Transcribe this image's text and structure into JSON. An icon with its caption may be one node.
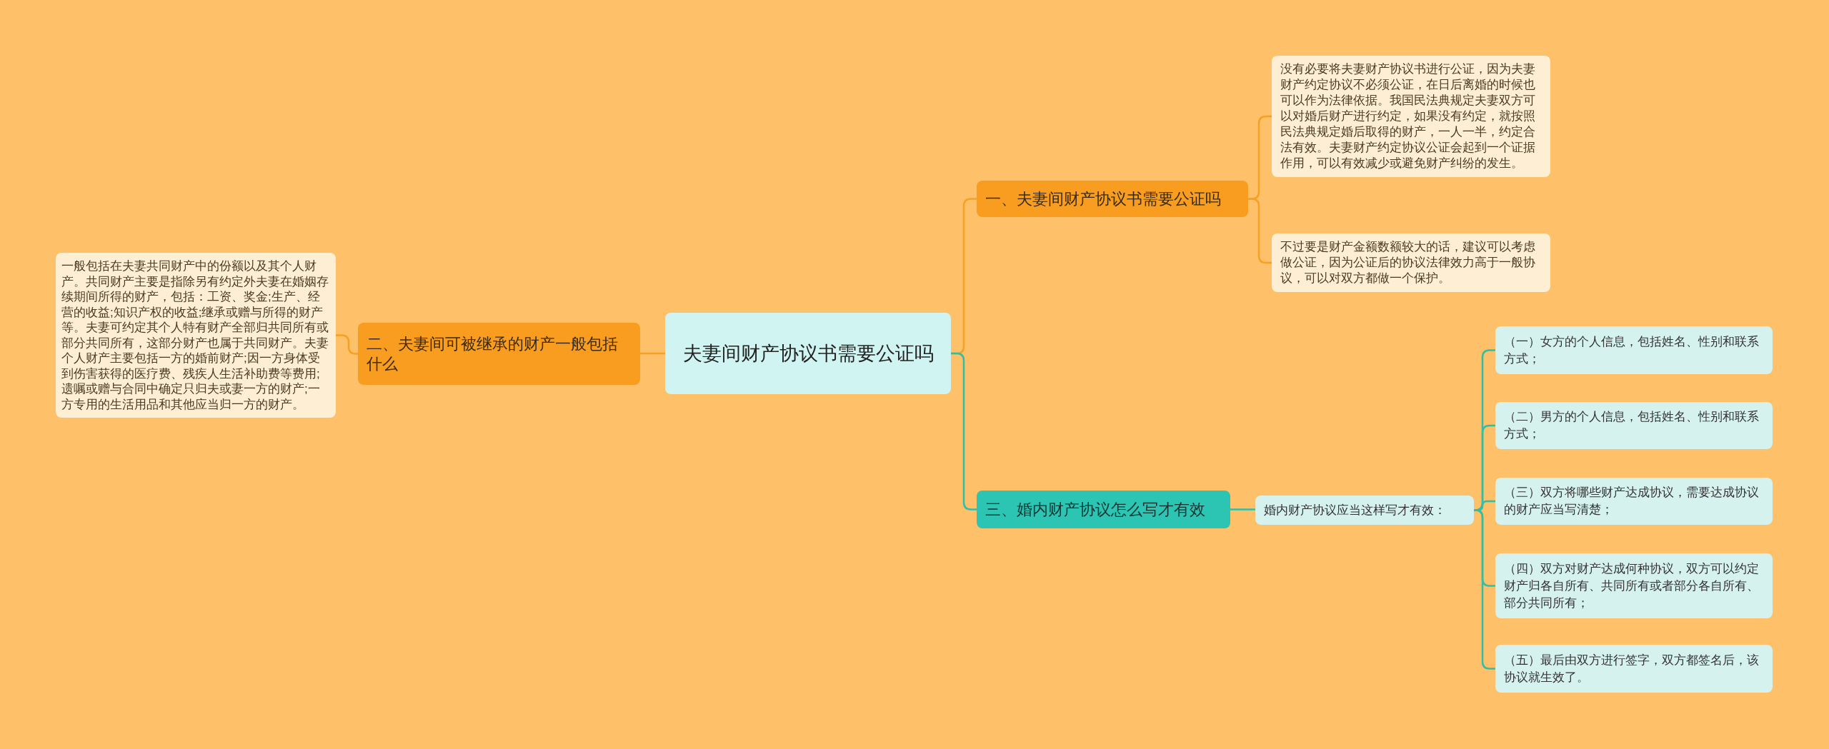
{
  "diagram": {
    "nodes": [
      {
        "text": [
          "夫妻间财产协议书需要公证吗"
        ]
      },
      {
        "text": [
          "一、夫妻间财产协议书需要公证吗"
        ]
      },
      {
        "text": [
          "没有必要将夫妻财产协议书进行公证，因为夫妻财产约定协议不必须公证，在日后离婚的时候也可以作为法律依据。我国民法典规定夫妻双方可以对婚后财产进行约定，如果没有约定，就按照民法典规定婚后取得的财产，一人一半，约定合法有效。夫妻财产约定协议公证会起到一个证据作用，可以有效减少或避免财产纠纷的发生。"
        ]
      },
      {
        "text": [
          "不过要是财产金额数额较大的话，建议可以考虑做公证，因为公证后的协议法律效力高于一般协议，可以对双方都做一个保护。"
        ]
      },
      {
        "text": [
          "二、夫妻间可被继承的财产一般包括什么"
        ]
      },
      {
        "text": [
          "一般包括在夫妻共同财产中的份额以及其个人财产。共同财产主要是指除另有约定外夫妻在婚姻存续期间所得的财产，包括：工资、奖金;生产、经营的收益;知识产权的收益;继承或赠与所得的财产等。夫妻可约定其个人特有财产全部归共同所有或部分共同所有，这部分财产也属于共同财产。夫妻个人财产主要包括一方的婚前财产;因一方身体受到伤害获得的医疗费、残疾人生活补助费等费用;遗嘱或赠与合同中确定只归夫或妻一方的财产;一方专用的生活用品和其他应当归一方的财产。"
        ]
      },
      {
        "text": [
          "三、婚内财产协议怎么写才有效"
        ]
      },
      {
        "text": [
          "婚内财产协议应当这样写才有效："
        ]
      },
      {
        "text": [
          "（一）女方的个人信息，包括姓名、性别和联系方式；"
        ]
      },
      {
        "text": [
          "（二）男方的个人信息，包括姓名、性别和联系方式；"
        ]
      },
      {
        "text": [
          "（三）双方将哪些财产达成协议，需要达成协议的财产应当写清楚；"
        ]
      },
      {
        "text": [
          "（四）双方对财产达成何种协议，双方可以约定财产归各自所有、共同所有或者部分各自所有、部分共同所有；"
        ]
      },
      {
        "text": [
          "（五）最后由双方进行签字，双方都签名后，该协议就生效了。"
        ]
      }
    ],
    "edges": [
      {
        "from": 0,
        "to": 1,
        "arrow": "none",
        "color": "#f5a124"
      },
      {
        "from": 1,
        "to": 2,
        "arrow": "none",
        "color": "#f5a124"
      },
      {
        "from": 1,
        "to": 3,
        "arrow": "none",
        "color": "#f5a124"
      },
      {
        "from": 0,
        "to": 4,
        "arrow": "none",
        "color": "#f5a124"
      },
      {
        "from": 4,
        "to": 5,
        "arrow": "none",
        "color": "#f5a124"
      },
      {
        "from": 0,
        "to": 6,
        "arrow": "none"
      },
      {
        "from": 6,
        "to": 7,
        "arrow": "none"
      },
      {
        "from": 7,
        "to": 8,
        "arrow": "none"
      },
      {
        "from": 7,
        "to": 9,
        "arrow": "none"
      },
      {
        "from": 7,
        "to": 10,
        "arrow": "none"
      },
      {
        "from": 7,
        "to": 11,
        "arrow": "none"
      },
      {
        "from": 7,
        "to": 12,
        "arrow": "none"
      }
    ]
  }
}
